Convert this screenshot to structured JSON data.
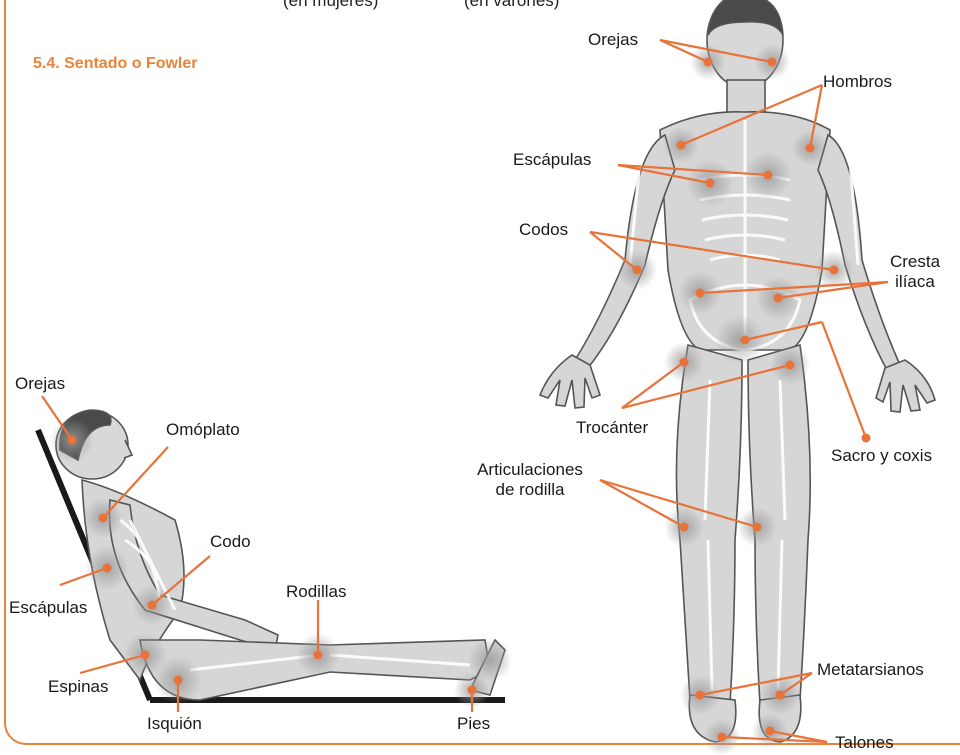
{
  "section_title": "5.4. Sentado o Fowler",
  "top_cut_texts": [
    "(en mujeres)",
    "(en varones)"
  ],
  "accent_color": "#e8833a",
  "back_labels": {
    "orejas": "Orejas",
    "hombros": "Hombros",
    "escapulas": "Escápulas",
    "codos": "Codos",
    "cresta_line1": "Cresta",
    "cresta_line2": "ilíaca",
    "trocanter": "Trocánter",
    "sacro": "Sacro y coxis",
    "rodilla_line1": "Articulaciones",
    "rodilla_line2": "de rodilla",
    "metatarsianos": "Metatarsianos",
    "talones": "Talones"
  },
  "seated_labels": {
    "orejas": "Orejas",
    "omoplato": "Omóplato",
    "codo": "Codo",
    "escapulas": "Escápulas",
    "rodillas": "Rodillas",
    "espinas": "Espinas",
    "isquion": "Isquión",
    "pies": "Pies"
  }
}
